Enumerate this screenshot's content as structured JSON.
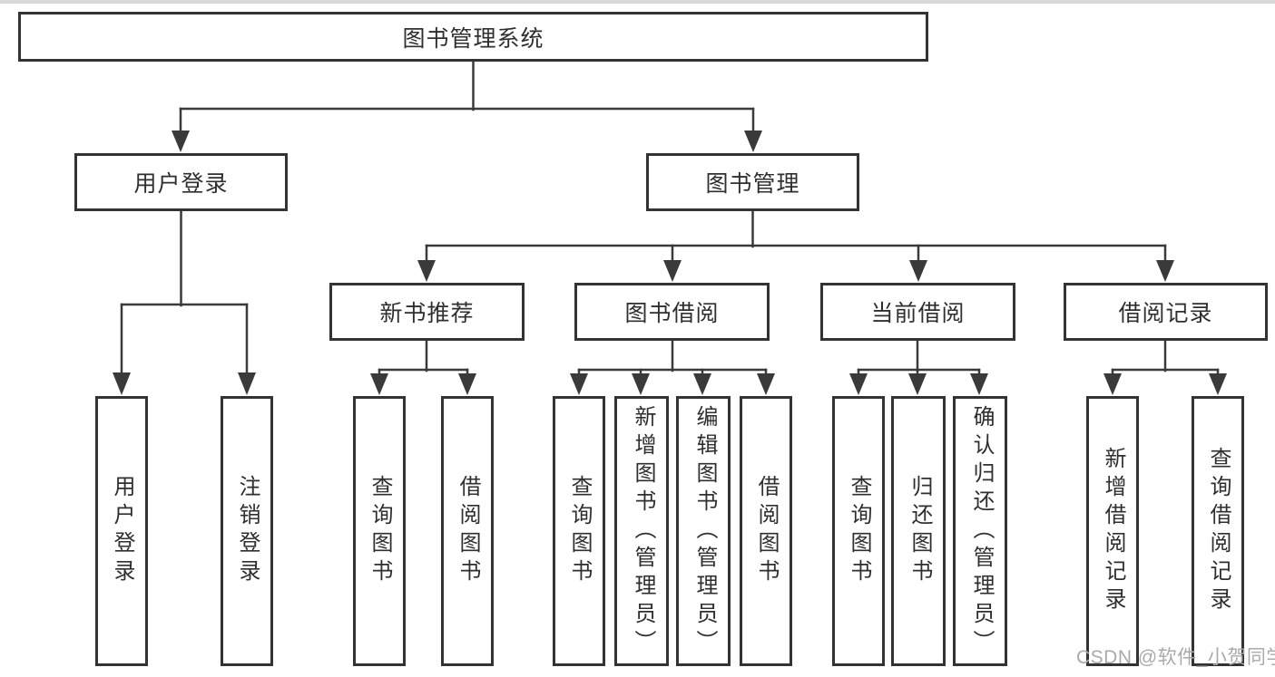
{
  "diagram": {
    "title": "图书管理系统",
    "root": {
      "label": "图书管理系统"
    },
    "branches": [
      {
        "label": "用户登录",
        "children": [
          {
            "label": "用户登录"
          },
          {
            "label": "注销登录"
          }
        ]
      },
      {
        "label": "图书管理",
        "children": [
          {
            "label": "新书推荐",
            "children": [
              {
                "label": "查询图书"
              },
              {
                "label": "借阅图书"
              }
            ]
          },
          {
            "label": "图书借阅",
            "children": [
              {
                "label": "查询图书"
              },
              {
                "label": "新增图书（管理员）"
              },
              {
                "label": "编辑图书（管理员）"
              },
              {
                "label": "借阅图书"
              }
            ]
          },
          {
            "label": "当前借阅",
            "children": [
              {
                "label": "查询图书"
              },
              {
                "label": "归还图书"
              },
              {
                "label": "确认归还（管理员）"
              }
            ]
          },
          {
            "label": "借阅记录",
            "children": [
              {
                "label": "新增借阅记录"
              },
              {
                "label": "查询借阅记录"
              }
            ]
          }
        ]
      }
    ],
    "line_color": "#3a3a3a",
    "box_border_color": "#333333",
    "box_fill_color": "#ffffff"
  },
  "watermark": {
    "text": "CSDN @软件_小贺同学"
  }
}
